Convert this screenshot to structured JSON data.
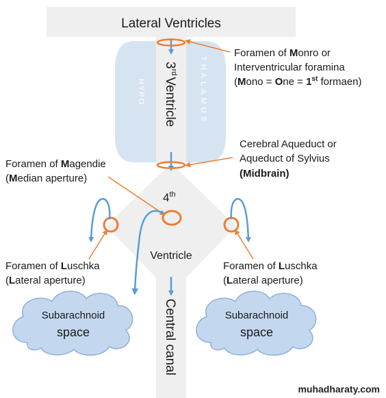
{
  "header": {
    "title": "Lateral Ventricles"
  },
  "third_ventricle": {
    "sup": "rd",
    "prefix": "3",
    "word": "Ventricle",
    "hypo_label": "HYPO",
    "thalamus_label": "THALAMUS"
  },
  "fourth_ventricle": {
    "prefix": "4",
    "sup": "th",
    "word": "Ventricle"
  },
  "central_canal": {
    "label": "Central canal"
  },
  "monro": {
    "line1_pre": "Foramen of ",
    "line1_bold": "M",
    "line1_post": "onro or",
    "line2": "Interventricular foramina",
    "line3_open": "(",
    "line3_b1": "M",
    "line3_t1": "ono = ",
    "line3_b2": "O",
    "line3_t2": "ne = ",
    "line3_b3": "1",
    "line3_sup": "st",
    "line3_t3": " formaen)"
  },
  "aqueduct": {
    "line1": "Cerebral Aqueduct or",
    "line2": "Aqueduct of Sylvius",
    "line3": "(Midbrain)"
  },
  "magendie": {
    "line1_pre": "Foramen of ",
    "line1_bold": "M",
    "line1_post": "agendie",
    "line2_open": "(",
    "line2_bold": "M",
    "line2_post": "edian aperture)"
  },
  "luschka_left": {
    "line1_pre": "Foramen of ",
    "line1_bold": "L",
    "line1_post": "uschka",
    "line2_open": "(",
    "line2_bold": "L",
    "line2_post": "ateral aperture)"
  },
  "luschka_right": {
    "line1_pre": "Foramen of ",
    "line1_bold": "L",
    "line1_post": "uschka",
    "line2_open": "(",
    "line2_bold": "L",
    "line2_post": "ateral aperture)"
  },
  "cloud_left": {
    "line1": "Subarachnoid",
    "line2": "space"
  },
  "cloud_right": {
    "line1": "Subarachnoid",
    "line2": "space"
  },
  "watermark": "muhadharaty.com",
  "colors": {
    "ventricle_gray": "#efefef",
    "thalamus_blue": "#d6e4f2",
    "cloud_blue": "#c3d7ef",
    "cloud_stroke": "#8fb0d8",
    "arrow_blue": "#5b9bd5",
    "foramen_orange": "#ed7d31"
  }
}
